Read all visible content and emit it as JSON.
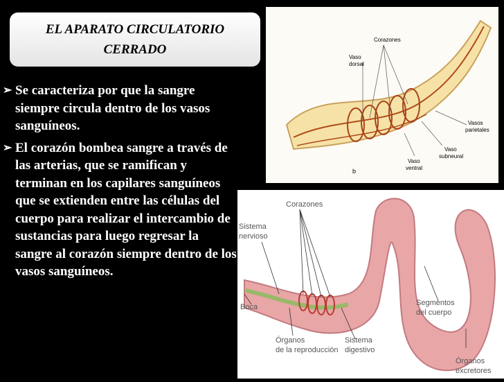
{
  "title": {
    "line1": "EL APARATO CIRCULATORIO",
    "line2": "CERRADO"
  },
  "bullets": [
    "Se caracteriza por que la sangre siempre circula dentro de los vasos sanguíneos.",
    "El corazón bombea sangre a través de las arterias, que se ramifican y terminan en los capilares sanguíneos que se extienden entre las células del cuerpo para realizar el intercambio de sustancias para luego regresar la sangre al corazón siempre dentro de los vasos sanguíneos."
  ],
  "bullet_icon": "arrow-bullet-icon",
  "figure_top": {
    "labels": {
      "corazones": "Corazones",
      "vaso_dorsal_1": "Vaso",
      "vaso_dorsal_2": "dorsal",
      "vasos_parietales_1": "Vasos",
      "vasos_parietales_2": "parietales",
      "vaso_subneural_1": "Vaso",
      "vaso_subneural_2": "subneural",
      "vaso_ventral_1": "Vaso",
      "vaso_ventral_2": "ventral",
      "panel": "b"
    }
  },
  "figure_bottom": {
    "labels": {
      "corazones": "Corazones",
      "sistema_nervioso_1": "Sistema",
      "sistema_nervioso_2": "nervioso",
      "boca": "Boca",
      "organos_repro_1": "Órganos",
      "organos_repro_2": "de la reproducción",
      "sistema_digestivo_1": "Sistema",
      "sistema_digestivo_2": "digestivo",
      "segmentos_1": "Segmentos",
      "segmentos_2": "del cuerpo",
      "organos_excretores_1": "Órganos",
      "organos_excretores_2": "excretores"
    }
  },
  "colors": {
    "background": "#000000",
    "title_box": "#ffffff",
    "worm_pink": "#e8a6a6",
    "vessel_red": "#c0532a"
  }
}
